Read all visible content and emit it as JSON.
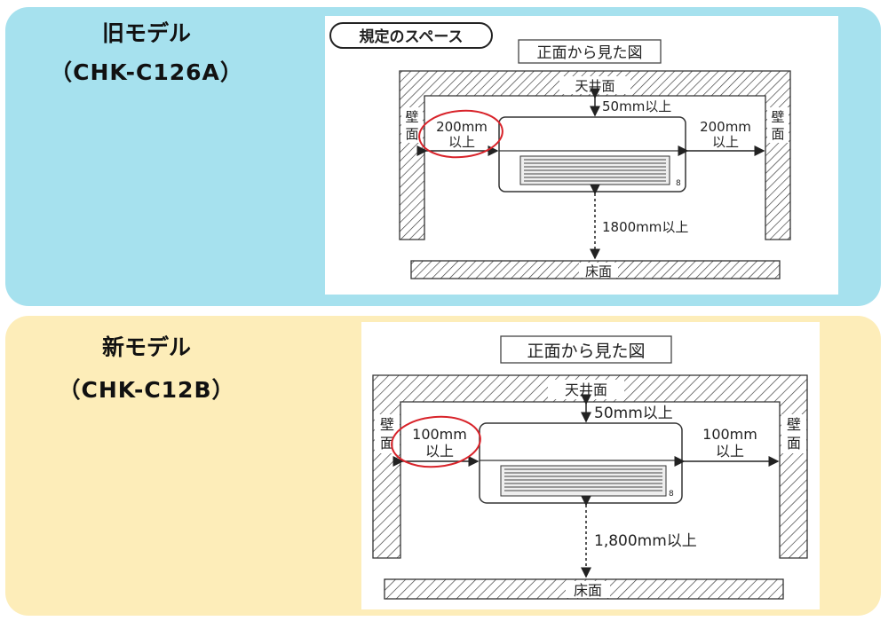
{
  "old_model": {
    "name": "旧モデル",
    "code": "（CHK-C126A）",
    "badge": "規定のスペース",
    "view_title": "正面から見た図",
    "ceiling": "天井面",
    "floor": "床面",
    "wall_left": "壁面",
    "wall_right": "壁面",
    "top_clearance": "50mm以上",
    "left_clearance_value": "200mm",
    "left_clearance_suffix": "以上",
    "right_clearance_value": "200mm",
    "right_clearance_suffix": "以上",
    "floor_clearance": "1800mm以上"
  },
  "new_model": {
    "name": "新モデル",
    "code": "（CHK-C12B）",
    "view_title": "正面から見た図",
    "ceiling": "天井面",
    "floor": "床面",
    "wall_left": "壁面",
    "wall_right": "壁面",
    "top_clearance": "50mm以上",
    "left_clearance_value": "100mm",
    "left_clearance_suffix": "以上",
    "right_clearance_value": "100mm",
    "right_clearance_suffix": "以上",
    "floor_clearance": "1,800mm以上"
  },
  "colors": {
    "old_panel_bg": "#a6e1ee",
    "new_panel_bg": "#fdedb9",
    "highlight_circle": "#d8232a",
    "hatch": "#333333"
  }
}
